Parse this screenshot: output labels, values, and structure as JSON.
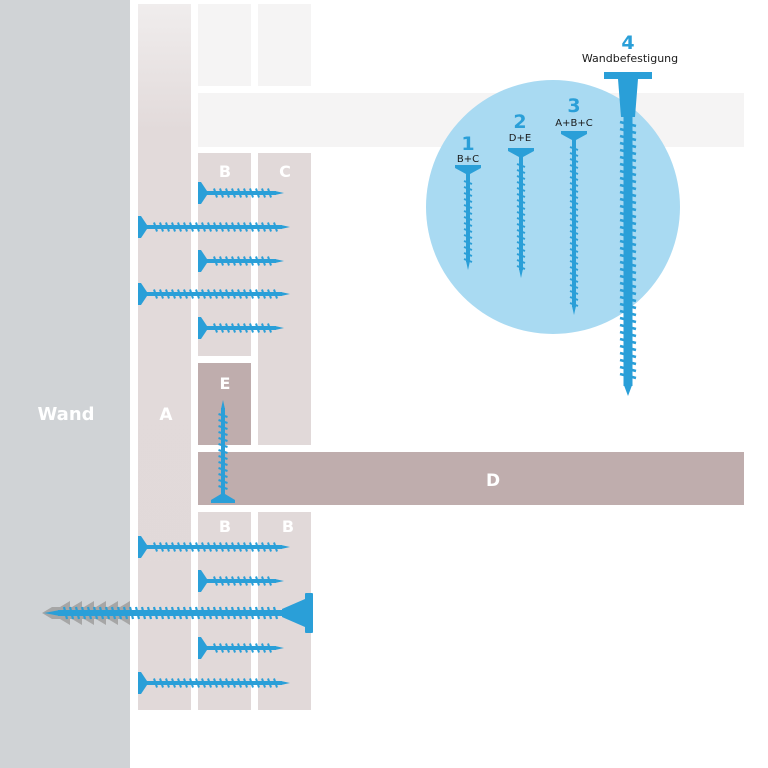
{
  "labels": {
    "wall": "Wand",
    "panel_a": "A",
    "panel_b_upper": "B",
    "panel_c": "C",
    "panel_e": "E",
    "panel_d": "D",
    "panel_b_lower_left": "B",
    "panel_b_lower_right": "B"
  },
  "legend": [
    {
      "number": "1",
      "text": "B+C"
    },
    {
      "number": "2",
      "text": "D+E"
    },
    {
      "number": "3",
      "text": "A+B+C"
    },
    {
      "number": "4",
      "text": "Wandbefestigung"
    }
  ],
  "colors": {
    "wall": "#d0d3d6",
    "panel_light": "#e1d9d9",
    "panel_dark": "#bfadad",
    "screw": "#2a9fd8",
    "screw_dark": "#1e7fb4",
    "legend_circle": "#a9daf2",
    "number": "#2a9fd8",
    "anchor": "#a6a6a6"
  }
}
